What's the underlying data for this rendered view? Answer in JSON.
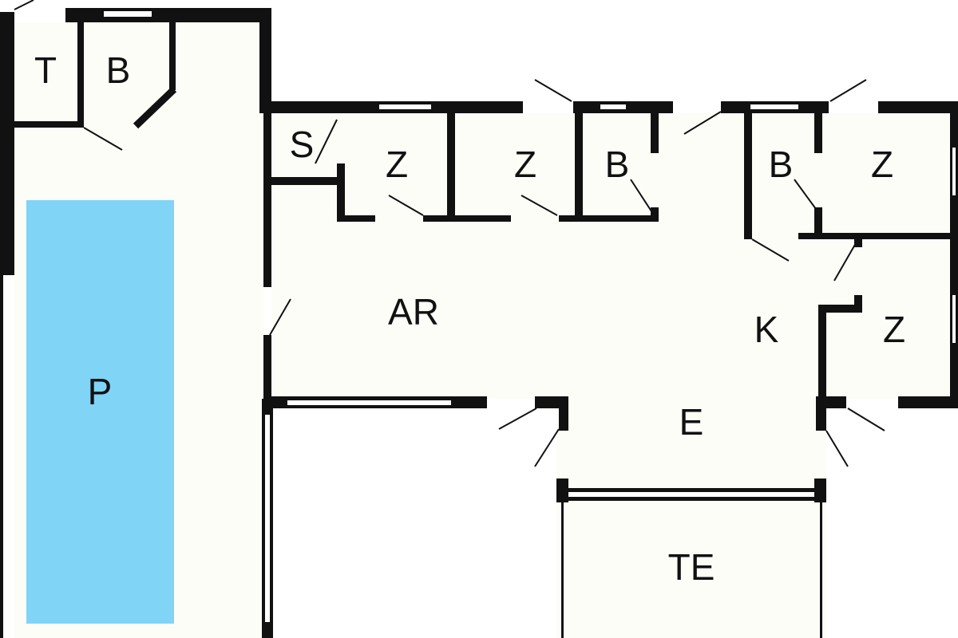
{
  "colors": {
    "wall": "#111111",
    "floor": "#fdfdf8",
    "pool": "#80d4f6"
  },
  "rooms": {
    "toilet": "T",
    "bath_1": "B",
    "storage": "S",
    "bedroom_1": "Z",
    "bedroom_2": "Z",
    "bath_2": "B",
    "bath_3": "B",
    "bedroom_3": "Z",
    "living": "AR",
    "kitchen": "K",
    "bedroom_4": "Z",
    "entrance": "E",
    "terrace": "TE",
    "pool": "P"
  }
}
